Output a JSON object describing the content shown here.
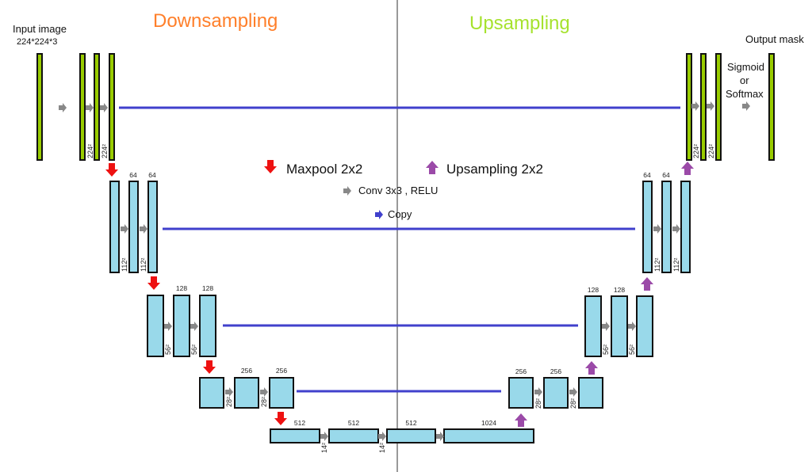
{
  "titles": {
    "downsampling": "Downsampling",
    "upsampling": "Upsampling",
    "downsampling_color": "#ff7f2a",
    "upsampling_color": "#a6e22e"
  },
  "labels": {
    "input_title": "Input image",
    "input_dims": "224*224*3",
    "output_title": "Output mask",
    "activation_line1": "Sigmoid",
    "activation_line2": "or",
    "activation_line3": "Softmax"
  },
  "legend": {
    "maxpool": "Maxpool 2x2",
    "upsampling": "Upsampling 2x2",
    "conv": "Conv 3x3 , RELU",
    "copy": "Copy"
  },
  "colors": {
    "input_block": "#99cc00",
    "feature_block": "#99d9ea",
    "maxpool_arrow": "#ee1111",
    "upsample_arrow": "#9b4aa8",
    "conv_arrow": "#888888",
    "copy_line": "#4040cc"
  },
  "encoder": [
    {
      "level": 1,
      "channels": [
        "",
        "",
        ""
      ],
      "dims": [
        "224²",
        "224²"
      ]
    },
    {
      "level": 2,
      "channels": [
        "",
        "64",
        "64"
      ],
      "dims": [
        "112²",
        "112²"
      ]
    },
    {
      "level": 3,
      "channels": [
        "",
        "128",
        "128"
      ],
      "dims": [
        "56²",
        "56²"
      ]
    },
    {
      "level": 4,
      "channels": [
        "",
        "256",
        "256"
      ],
      "dims": [
        "28²",
        "28²"
      ]
    }
  ],
  "bottleneck": {
    "channels": [
      "512",
      "512",
      "512",
      "1024"
    ],
    "dims": [
      "14²",
      "14²"
    ]
  },
  "decoder": [
    {
      "level": 4,
      "channels": [
        "256",
        "256",
        ""
      ],
      "dims": [
        "28²",
        "28²"
      ]
    },
    {
      "level": 3,
      "channels": [
        "128",
        "128",
        ""
      ],
      "dims": [
        "56²",
        "56²"
      ]
    },
    {
      "level": 2,
      "channels": [
        "64",
        "64",
        ""
      ],
      "dims": [
        "112²",
        "112²"
      ]
    },
    {
      "level": 1,
      "channels": [
        "",
        "",
        ""
      ],
      "dims": [
        "224²",
        "224²"
      ]
    }
  ]
}
